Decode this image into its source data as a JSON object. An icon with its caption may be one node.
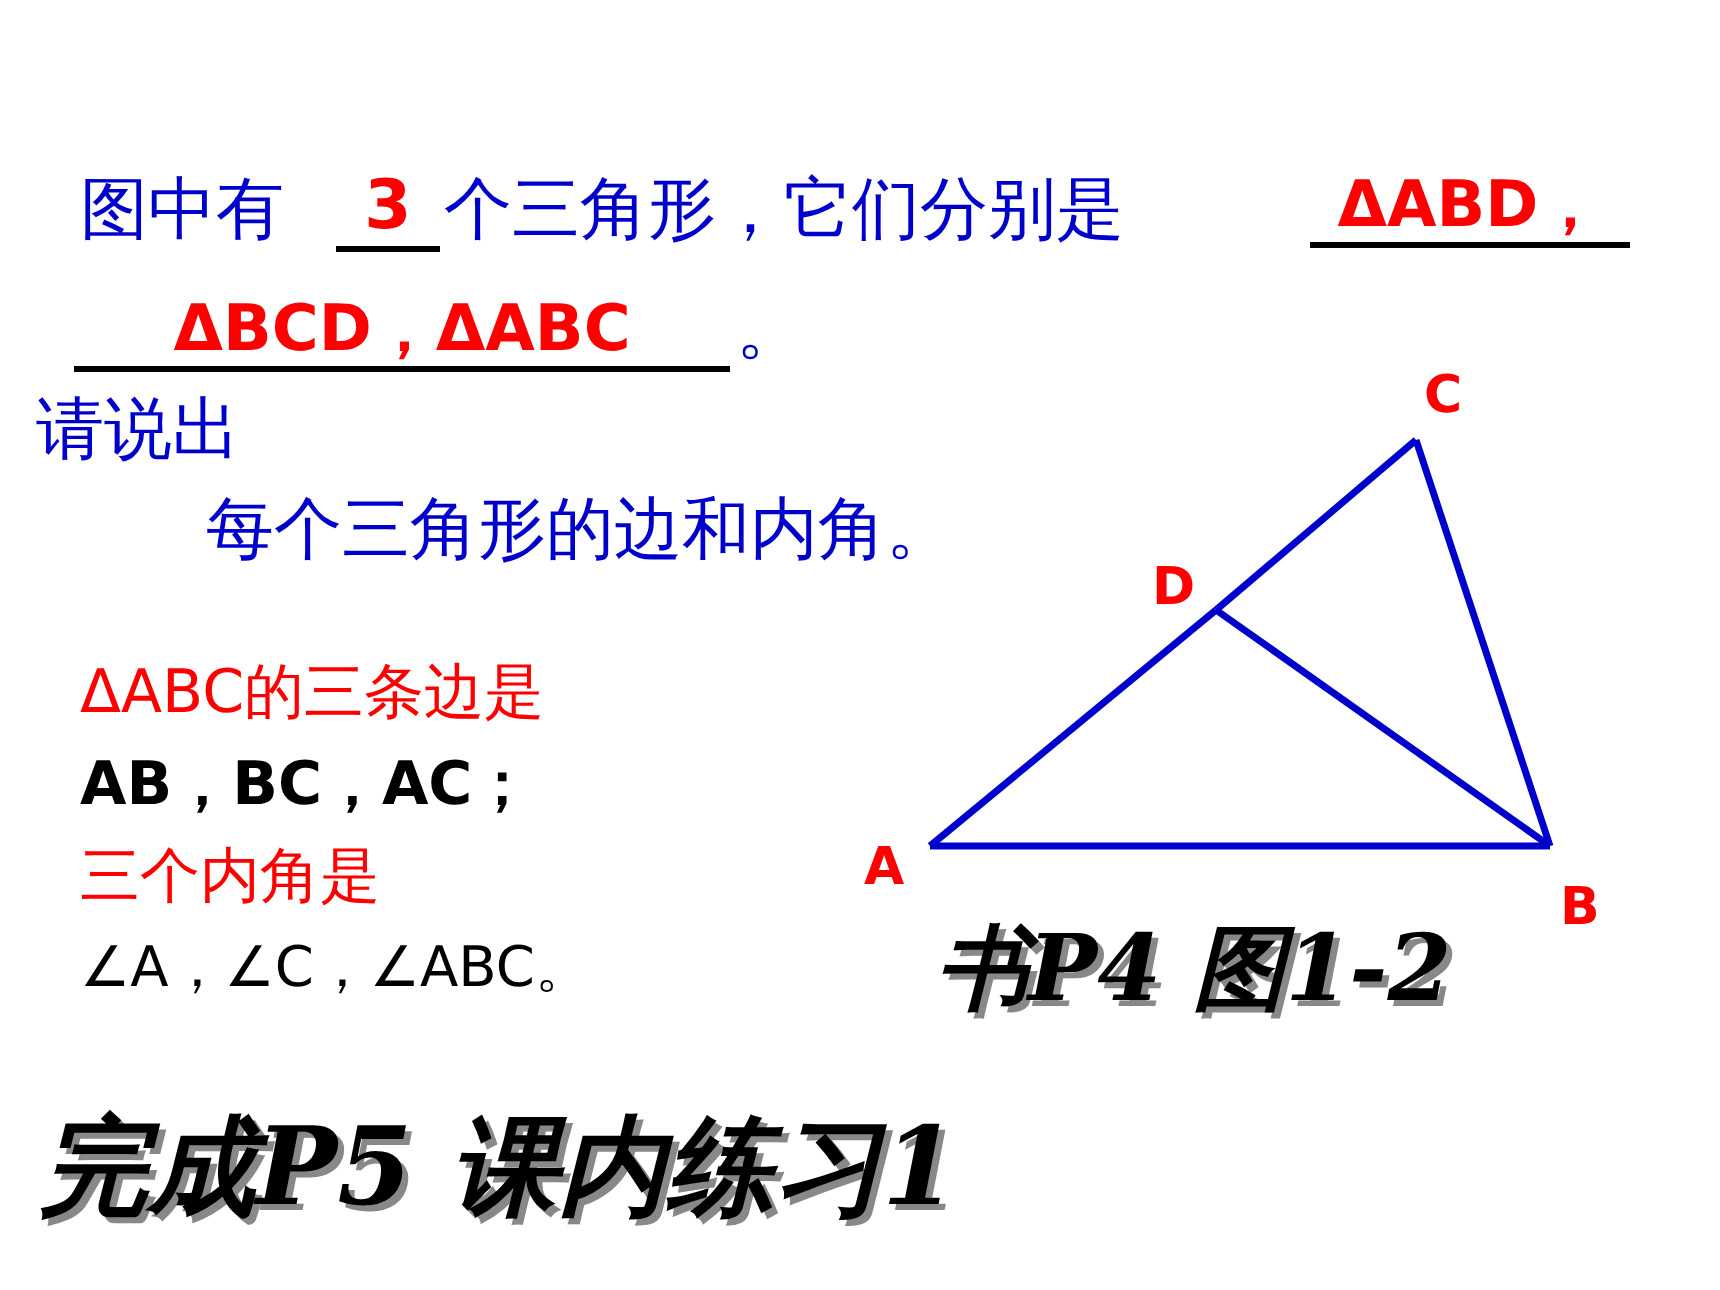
{
  "diagram": {
    "nodes": [
      {
        "text": [
          "A"
        ]
      },
      {
        "text": [
          "B"
        ]
      },
      {
        "text": [
          "C"
        ]
      },
      {
        "text": [
          "D"
        ]
      }
    ],
    "edges": [
      {
        "from": 0,
        "to": 3,
        "arrow": "none"
      },
      {
        "from": 3,
        "to": 2,
        "arrow": "none"
      },
      {
        "from": 0,
        "to": 1,
        "arrow": "none"
      },
      {
        "from": 1,
        "to": 2,
        "arrow": "none"
      },
      {
        "from": 3,
        "to": 1,
        "arrow": "none"
      }
    ],
    "labels": [
      "图中有",
      "3",
      "个三角形，它们分别是",
      "ΔABD，",
      "ΔBCD，ΔABC",
      "。",
      "请说出",
      "每个三角形的边和内角。",
      "ΔABC的三条边是",
      "AB，BC，AC；",
      "三个内角是",
      "∠A，∠C，∠ABC。",
      "书P4 图1-2",
      "完成P5 课内练习1"
    ]
  }
}
